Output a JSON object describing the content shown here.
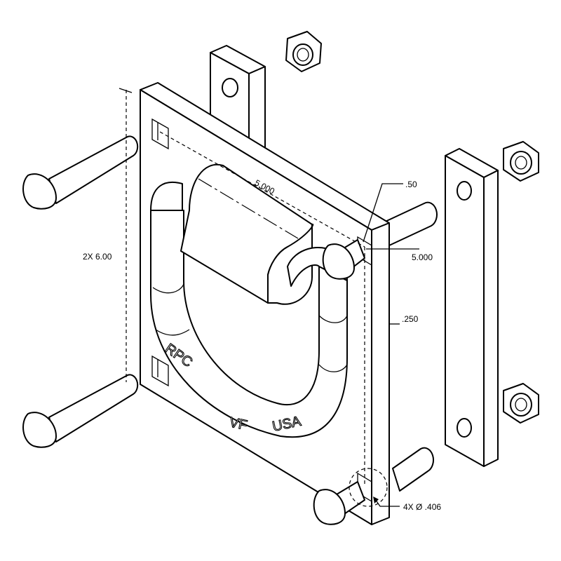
{
  "drawing": {
    "dimensions": {
      "hole_spacing_horizontal": "5.000",
      "hole_square": ".50",
      "hole_spacing_side": "5.000",
      "vertical_spacing": "2X 6.00",
      "plate_thickness": ".250",
      "hole_diameter": "4X Ø .406"
    },
    "embossing": {
      "brand": "RPC",
      "mark": "VF",
      "origin": "USA"
    }
  }
}
